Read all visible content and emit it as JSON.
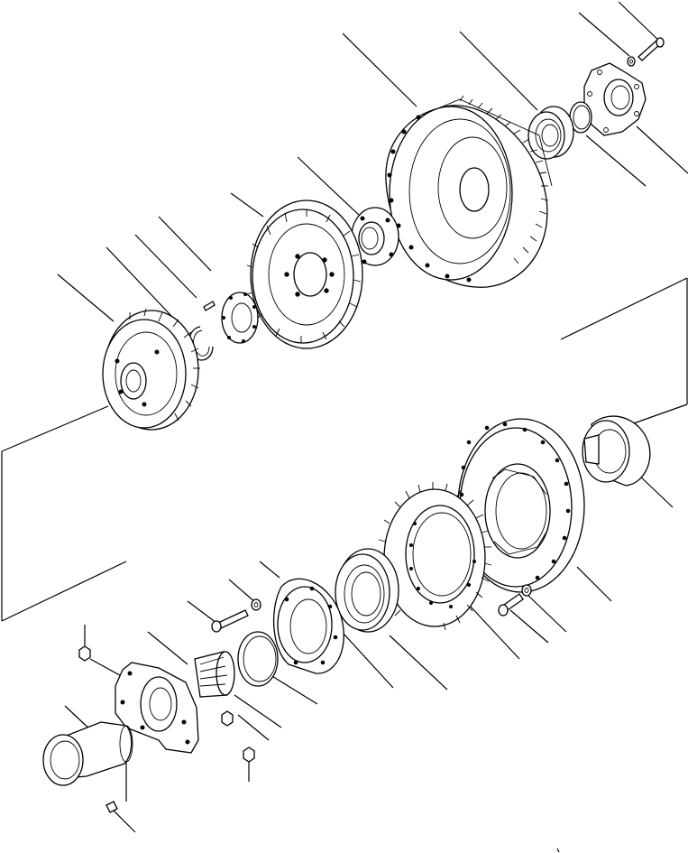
{
  "diagram": {
    "type": "exploded-parts-view",
    "parts": [
      {
        "id": "bolt-top-right",
        "icon": "bolt-icon"
      },
      {
        "id": "washer-top-right",
        "icon": "washer-icon"
      },
      {
        "id": "retainer-plate",
        "icon": "flange-plate-icon"
      },
      {
        "id": "snap-ring-upper",
        "icon": "snap-ring-icon"
      },
      {
        "id": "bearing-upper",
        "icon": "bearing-icon"
      },
      {
        "id": "ring-gear-drum",
        "icon": "ring-gear-icon"
      },
      {
        "id": "spline-hub",
        "icon": "hub-icon"
      },
      {
        "id": "planet-carrier",
        "icon": "carrier-icon"
      },
      {
        "id": "pin",
        "icon": "pin-icon"
      },
      {
        "id": "thrust-washer",
        "icon": "thrust-washer-icon"
      },
      {
        "id": "snap-ring-left",
        "icon": "snap-ring-icon"
      },
      {
        "id": "sun-gear-carrier",
        "icon": "gear-icon"
      },
      {
        "id": "seal-cup",
        "icon": "seal-icon"
      },
      {
        "id": "final-drive-housing",
        "icon": "housing-icon"
      },
      {
        "id": "washer-lower",
        "icon": "washer-icon"
      },
      {
        "id": "bolt-lower",
        "icon": "bolt-icon"
      },
      {
        "id": "bull-gear",
        "icon": "gear-icon"
      },
      {
        "id": "bearing-lower",
        "icon": "bearing-icon"
      },
      {
        "id": "bearing-cage",
        "icon": "flange-plate-icon"
      },
      {
        "id": "washer-cage",
        "icon": "washer-icon"
      },
      {
        "id": "bolt-cage",
        "icon": "bolt-icon"
      },
      {
        "id": "snap-ring-lower",
        "icon": "snap-ring-icon"
      },
      {
        "id": "pinion-shaft",
        "icon": "shaft-icon"
      },
      {
        "id": "nut-top",
        "icon": "nut-icon"
      },
      {
        "id": "nut-mid",
        "icon": "nut-icon"
      },
      {
        "id": "nut-bottom",
        "icon": "nut-icon"
      },
      {
        "id": "stud",
        "icon": "stud-icon"
      },
      {
        "id": "support-bracket",
        "icon": "bracket-icon"
      },
      {
        "id": "sleeve",
        "icon": "sleeve-icon"
      }
    ]
  }
}
